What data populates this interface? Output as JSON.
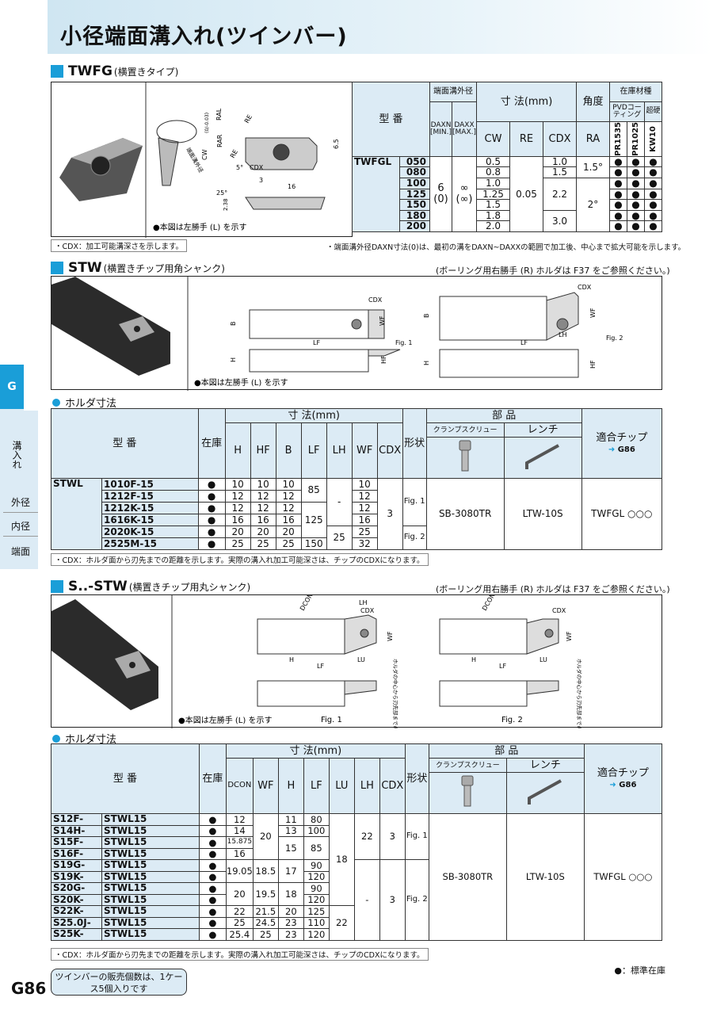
{
  "title": "小径端面溝入れ(ツインバー)",
  "twfg": {
    "name": "TWFG",
    "sub": "(横置きタイプ)",
    "diagram_labels": [
      "RAL",
      "RE",
      "CW",
      "端面溝外径",
      "RAR",
      "RE",
      "CDX",
      "3",
      "5°",
      "6.5",
      "16",
      "25°",
      "2.38"
    ],
    "cw_tol": "(0/-0.03)",
    "fig_note": "●本図は左勝手 (L) を示す",
    "header": {
      "model": "型 番",
      "groove": "端面溝外径",
      "dims": "寸 法(mm)",
      "angle": "角度",
      "stock": "在庫材種",
      "pvd": "PVDコーティング",
      "carbide": "超硬",
      "daxn": "DAXN [MIN.]",
      "daxx": "DAXX [MAX.]",
      "cw": "CW",
      "re": "RE",
      "cdx": "CDX",
      "ra": "RA",
      "g1": "PR1535",
      "g2": "PR1025",
      "g3": "KW10"
    },
    "prefix": "TWFGL",
    "rows": [
      {
        "code": "050",
        "cw": "0.5"
      },
      {
        "code": "080",
        "cw": "0.8"
      },
      {
        "code": "100",
        "cw": "1.0"
      },
      {
        "code": "125",
        "cw": "1.25"
      },
      {
        "code": "150",
        "cw": "1.5"
      },
      {
        "code": "180",
        "cw": "1.8"
      },
      {
        "code": "200",
        "cw": "2.0"
      }
    ],
    "daxn": "6\n(0)",
    "daxx": "∞\n(∞)",
    "re": "0.05",
    "cdx": [
      "1.0",
      "1.5",
      "2.2",
      "3.0"
    ],
    "ra": [
      "1.5°",
      "2°"
    ],
    "stock_mark": "●",
    "note_left": "・CDX：加工可能溝深さを示します。",
    "note_right": "・端面溝外径DAXN寸法(0)は、最初の溝をDAXN~DAXXの範囲で加工後、中心まで拡大可能を示します。"
  },
  "stw": {
    "name": "STW",
    "sub": "(横置きチップ用角シャンク)",
    "right_note": "(ボーリング用右勝手 (R) ホルダは F37 をご参照ください。)",
    "fig_note": "●本図は左勝手 (L) を示す",
    "diagram_labels": [
      "CDX",
      "B",
      "WF",
      "LF",
      "H",
      "HF",
      "LH",
      "Fig. 1",
      "Fig. 2"
    ],
    "holder": "ホルダ寸法",
    "header": {
      "model": "型 番",
      "stock": "在庫",
      "dims": "寸 法(mm)",
      "h": "H",
      "hf": "HF",
      "b": "B",
      "lf": "LF",
      "lh": "LH",
      "wf": "WF",
      "cdx": "CDX",
      "shape": "形状",
      "parts": "部 品",
      "clamp": "クランプスクリュー",
      "wrench": "レンチ",
      "chip": "適合チップ",
      "chip_ref": "G86"
    },
    "prefix": "STWL",
    "rows": [
      {
        "code": "1010F-15",
        "h": "10",
        "hf": "10",
        "b": "10",
        "wf": "10"
      },
      {
        "code": "1212F-15",
        "h": "12",
        "hf": "12",
        "b": "12",
        "wf": "12"
      },
      {
        "code": "1212K-15",
        "h": "12",
        "hf": "12",
        "b": "12",
        "wf": "12"
      },
      {
        "code": "1616K-15",
        "h": "16",
        "hf": "16",
        "b": "16",
        "wf": "16"
      },
      {
        "code": "2020K-15",
        "h": "20",
        "hf": "20",
        "b": "20",
        "wf": "25"
      },
      {
        "code": "2525M-15",
        "h": "25",
        "hf": "25",
        "b": "25",
        "wf": "32"
      }
    ],
    "lf": [
      "85",
      "125",
      "150"
    ],
    "lh": [
      "-",
      "25"
    ],
    "cdx": "3",
    "fig": [
      "Fig. 1",
      "Fig. 2"
    ],
    "clamp": "SB-3080TR",
    "wrench": "LTW-10S",
    "chip": "TWFGL ○○○",
    "note": "・CDX：ホルダ面から刃先までの距離を示します。実際の溝入れ加工可能深さは、チップのCDXになります。"
  },
  "sstw": {
    "name": "S..-STW",
    "sub": "(横置きチップ用丸シャンク)",
    "right_note": "(ボーリング用右勝手 (R) ホルダは F37 をご参照ください。)",
    "fig_note": "●本図は左勝手 (L) を示す",
    "diagram_labels": [
      "DCON",
      "LH",
      "CDX",
      "WF",
      "H",
      "LF",
      "LU",
      "Fig. 1",
      "Fig. 2"
    ],
    "vert_note": "ホルダの中心から刃先部までのオフセット量を示す",
    "holder": "ホルダ寸法",
    "header": {
      "model": "型 番",
      "stock": "在庫",
      "dims": "寸 法(mm)",
      "dcon": "DCON",
      "wf": "WF",
      "h": "H",
      "lf": "LF",
      "lu": "LU",
      "lh": "LH",
      "cdx": "CDX",
      "shape": "形状",
      "parts": "部 品",
      "clamp": "クランプスクリュー",
      "wrench": "レンチ",
      "chip": "適合チップ",
      "chip_ref": "G86"
    },
    "rows": [
      {
        "p": "S12F-",
        "s": "STWL15",
        "dcon": "12",
        "h": "11",
        "lf": "80"
      },
      {
        "p": "S14H-",
        "s": "STWL15",
        "dcon": "14",
        "h": "13",
        "lf": "100"
      },
      {
        "p": "S15F-",
        "s": "STWL15",
        "dcon": "15.875"
      },
      {
        "p": "S16F-",
        "s": "STWL15",
        "dcon": "16"
      },
      {
        "p": "S19G-",
        "s": "STWL15",
        "lf": "90"
      },
      {
        "p": "S19K-",
        "s": "STWL15",
        "lf": "120"
      },
      {
        "p": "S20G-",
        "s": "STWL15",
        "lf": "90"
      },
      {
        "p": "S20K-",
        "s": "STWL15",
        "lf": "120"
      },
      {
        "p": "S22K-",
        "s": "STWL15",
        "dcon": "22",
        "wf": "21.5",
        "h": "20",
        "lf": "125"
      },
      {
        "p": "S25.0J-",
        "s": "STWL15",
        "dcon": "25",
        "wf": "24.5",
        "h": "23",
        "lf": "110"
      },
      {
        "p": "S25K-",
        "s": "STWL15",
        "dcon": "25.4",
        "wf": "25",
        "h": "23",
        "lf": "120"
      }
    ],
    "merged": {
      "wf20": "20",
      "h15": "15",
      "lf85": "85",
      "d1905": "19.05",
      "wf185": "18.5",
      "h17": "17",
      "d20": "20",
      "wf195": "19.5",
      "h18": "18",
      "lu18": "18",
      "lu22": "22",
      "lh22": "22",
      "lh_dash": "-",
      "cdx": "3"
    },
    "fig": [
      "Fig. 1",
      "Fig. 2"
    ],
    "clamp": "SB-3080TR",
    "wrench": "LTW-10S",
    "chip": "TWFGL ○○○",
    "note": "・CDX：ホルダ面から刃先までの距離を示します。実際の溝入れ加工可能深さは、チップのCDXになります。"
  },
  "side": {
    "tab": "G",
    "label": "溝入れ",
    "items": [
      "外径",
      "内径",
      "端面"
    ]
  },
  "footer": {
    "page": "G86",
    "box": "ツインバーの販売個数は、1ケース5個入りです",
    "legend": "●：標準在庫"
  },
  "colors": {
    "accent": "#1a9ed8",
    "light": "#dcebf5"
  }
}
